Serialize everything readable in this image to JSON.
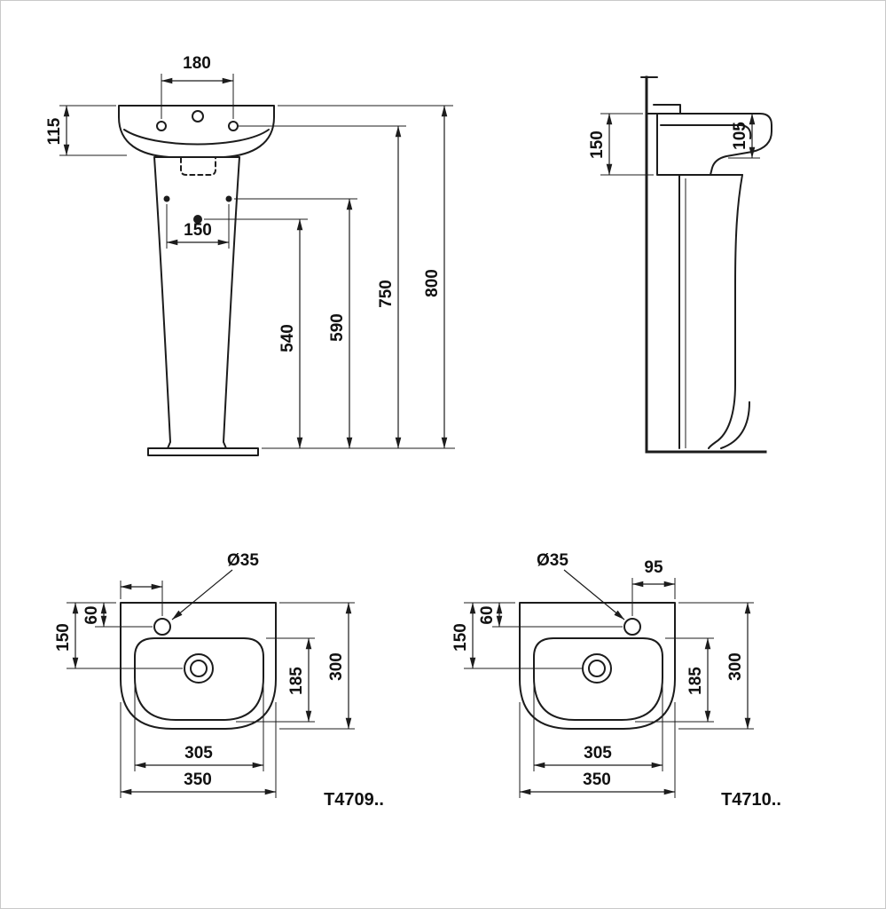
{
  "meta": {
    "sheet_background": "#ffffff",
    "line_color": "#1c1c1c",
    "description": "Technical dimension drawing of a handrinse washbasin on full pedestal: front elevation, side elevation and two plan views"
  },
  "front_view": {
    "dims": {
      "tap_centres": "180",
      "basin_height": "115",
      "fixing_centres": "150",
      "h_540": "540",
      "h_590": "590",
      "h_750": "750",
      "h_800": "800"
    }
  },
  "side_view": {
    "dims": {
      "d_150": "150",
      "d_105": "105"
    }
  },
  "plan_left": {
    "model": "T4709..",
    "dims": {
      "hole_dia": "Ø35",
      "d_60": "60",
      "d_150": "150",
      "d_185": "185",
      "d_300": "300",
      "d_305": "305",
      "d_350": "350"
    }
  },
  "plan_right": {
    "model": "T4710..",
    "dims": {
      "hole_dia": "Ø35",
      "d_95": "95",
      "d_60": "60",
      "d_150": "150",
      "d_185": "185",
      "d_300": "300",
      "d_305": "305",
      "d_350": "350"
    }
  }
}
